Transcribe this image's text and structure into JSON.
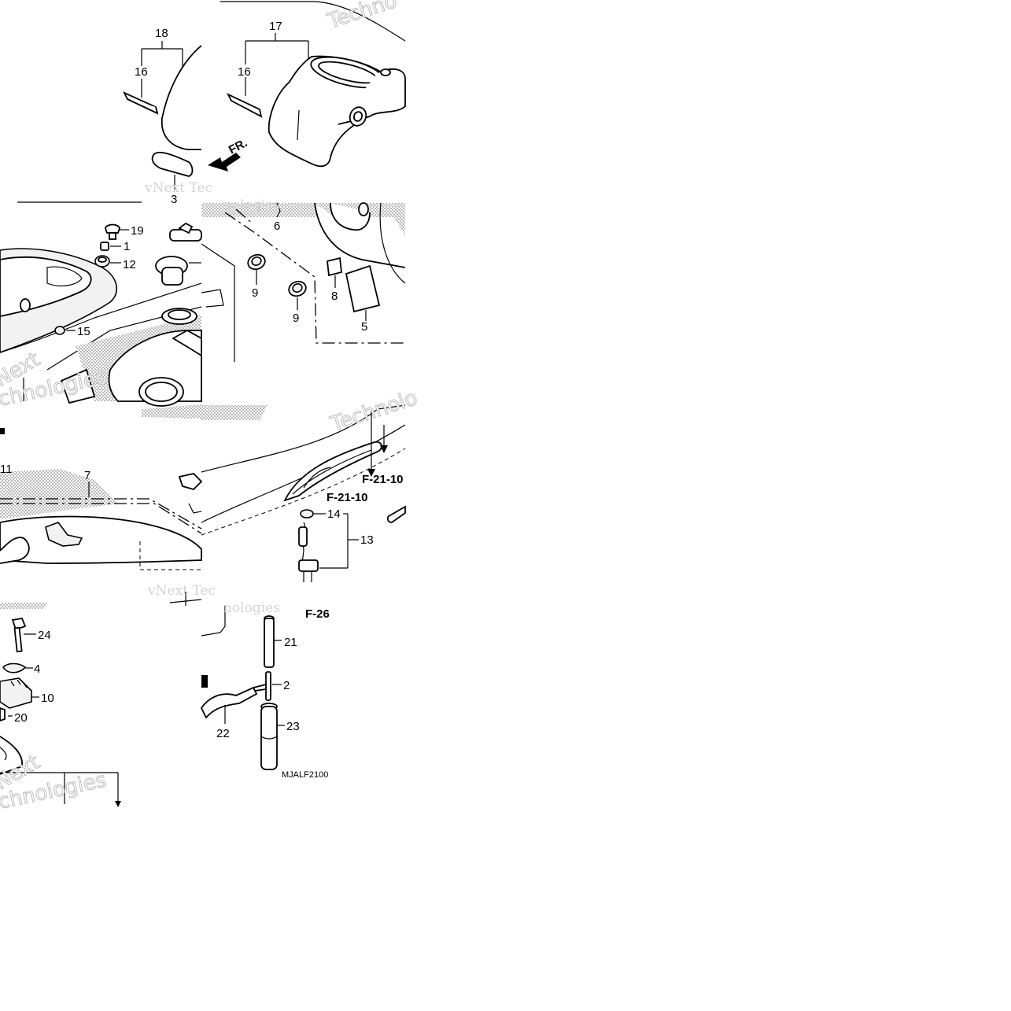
{
  "diagram": {
    "part_numbers": [
      {
        "id": "p18",
        "text": "18"
      },
      {
        "id": "p16a",
        "text": "16"
      },
      {
        "id": "p17",
        "text": "17"
      },
      {
        "id": "p16b",
        "text": "16"
      },
      {
        "id": "p3",
        "text": "3"
      },
      {
        "id": "p6",
        "text": "6"
      },
      {
        "id": "p19",
        "text": "19"
      },
      {
        "id": "p1",
        "text": "1"
      },
      {
        "id": "p12",
        "text": "12"
      },
      {
        "id": "p9a",
        "text": "9"
      },
      {
        "id": "p9b",
        "text": "9"
      },
      {
        "id": "p8",
        "text": "8"
      },
      {
        "id": "p5",
        "text": "5"
      },
      {
        "id": "p15",
        "text": "15"
      },
      {
        "id": "p11",
        "text": "11"
      },
      {
        "id": "p7",
        "text": "7"
      },
      {
        "id": "p14",
        "text": "14"
      },
      {
        "id": "p13",
        "text": "13"
      },
      {
        "id": "p24",
        "text": "24"
      },
      {
        "id": "p4",
        "text": "4"
      },
      {
        "id": "p10",
        "text": "10"
      },
      {
        "id": "p20",
        "text": "20"
      },
      {
        "id": "p21",
        "text": "21"
      },
      {
        "id": "p2",
        "text": "2"
      },
      {
        "id": "p22",
        "text": "22"
      },
      {
        "id": "p23",
        "text": "23"
      }
    ],
    "references": [
      {
        "id": "r1",
        "text": "F-21-10"
      },
      {
        "id": "r2",
        "text": "F-21-10"
      },
      {
        "id": "r3",
        "text": "F-26"
      }
    ],
    "front_arrow": "FR.",
    "diagram_code": "MJALF2100",
    "watermark_words": [
      "vNext",
      "Technologies"
    ],
    "watermarks": [
      {
        "id": "w1",
        "text": "Techno"
      },
      {
        "id": "w2",
        "text": "vNext Tec"
      },
      {
        "id": "w3",
        "text": "nologies"
      },
      {
        "id": "w4",
        "text": "Next"
      },
      {
        "id": "w5",
        "text": "chnologies"
      },
      {
        "id": "w6",
        "text": "Technolo"
      },
      {
        "id": "w7",
        "text": "vNext Tec"
      },
      {
        "id": "w8",
        "text": "nologies"
      },
      {
        "id": "w9",
        "text": "Next"
      },
      {
        "id": "w10",
        "text": "chnologies"
      }
    ],
    "colors": {
      "ink": "#000000",
      "paper": "#ffffff",
      "halftone": "#bfbfbf",
      "watermark": "#cfcfcf"
    }
  }
}
